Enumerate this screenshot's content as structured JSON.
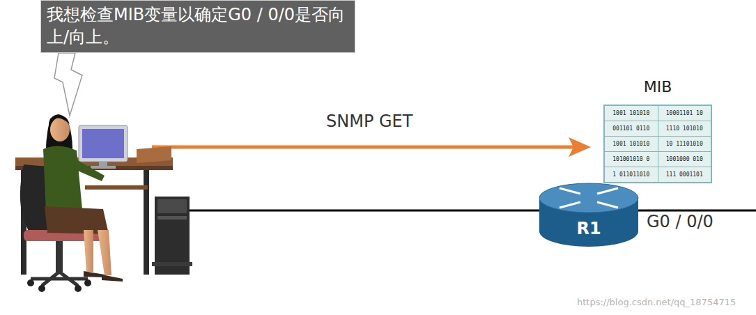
{
  "diagram": {
    "nodes": [
      {
        "text": [
          "我想检查MIB变量以确定G0 / 0/0是否向上/向上。"
        ]
      },
      {
        "text": [
          "MIB",
          "1001 101010",
          "10001101 10",
          "001101 0110",
          "1110 101010",
          "1001 101010",
          "10 11101010",
          "101001010 0",
          "1001000 010",
          "1 011011010",
          "111 0001101"
        ]
      },
      {
        "text": [
          "R1"
        ]
      }
    ],
    "labels": [
      "SNMP GET",
      "G0 / 0/0",
      "https://blog.csdn.net/qq_18754715"
    ]
  }
}
